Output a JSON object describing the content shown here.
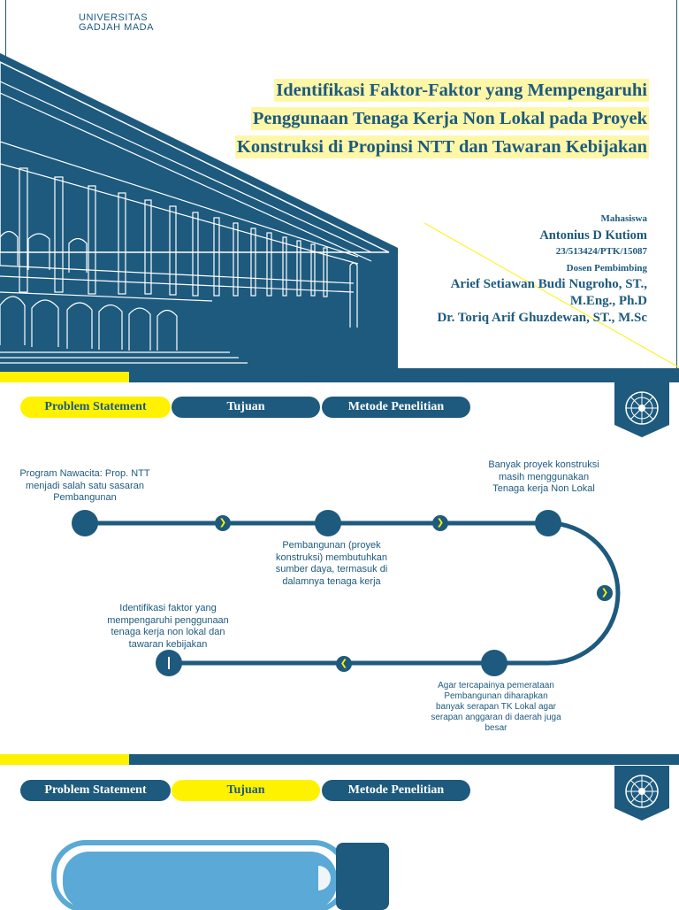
{
  "slide1": {
    "logo_line1": "UNIVERSITAS",
    "logo_line2": "GADJAH MADA",
    "title_line1": "Identifikasi Faktor-Faktor yang Mempengaruhi",
    "title_line2": "Penggunaan Tenaga Kerja Non Lokal pada Proyek",
    "title_line3": "Konstruksi di Propinsi NTT dan Tawaran Kebijakan",
    "student_label": "Mahasiswa",
    "student_name": "Antonius D Kutiom",
    "student_id": "23/513424/PTK/15087",
    "advisor_label": "Dosen Pembimbing",
    "advisor1_line1": "Arief Setiawan Budi Nugroho, ST.,",
    "advisor1_line2": "M.Eng., Ph.D",
    "advisor2": "Dr. Toriq Arif Ghuzdewan, ST., M.Sc"
  },
  "tabs": {
    "problem": "Problem Statement",
    "tujuan": "Tujuan",
    "metode": "Metode Penelitian"
  },
  "slide2": {
    "note1": "Program Nawacita: Prop. NTT menjadi salah satu sasaran Pembangunan",
    "note2": "Pembangunan (proyek konstruksi) membutuhkan sumber daya, termasuk di dalamnya tenaga kerja",
    "note3": "Banyak proyek konstruksi masih menggunakan Tenaga kerja Non Lokal",
    "note4": "Agar tercapainya pemerataan Pembangunan diharapkan banyak serapan TK Lokal agar serapan anggaran di daerah juga besar",
    "note5": "Identifikasi faktor yang mempengaruhi penggunaan tenaga kerja non lokal dan tawaran kebijakan"
  },
  "colors": {
    "navy": "#1d5a7e",
    "yellow": "#fff200",
    "light_blue": "#5aa9d6"
  }
}
